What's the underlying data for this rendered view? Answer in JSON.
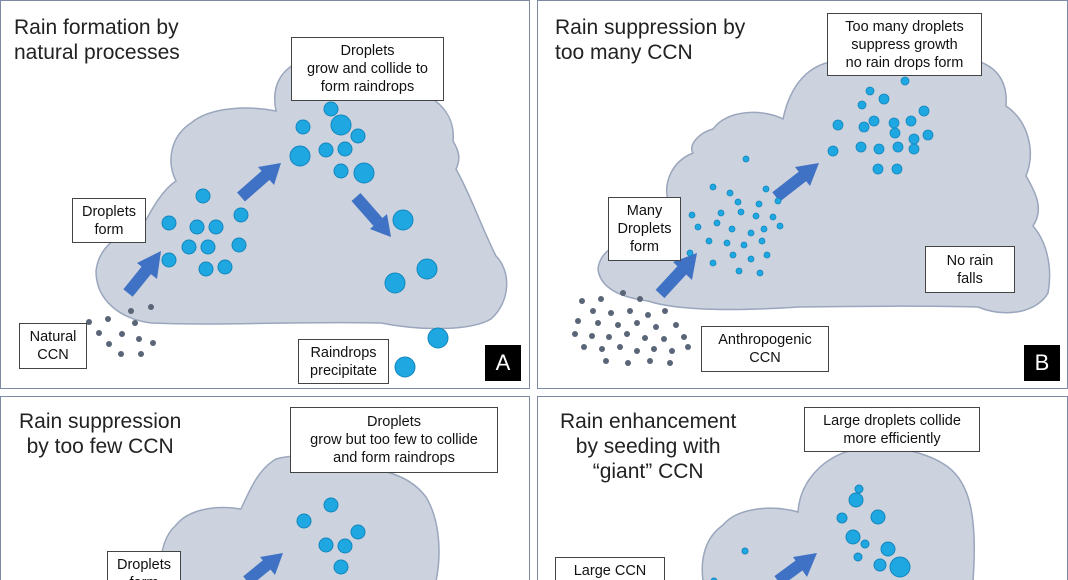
{
  "panels": {
    "a": {
      "title": "Rain formation by\nnatural processes",
      "droplets_grow": "Droplets\ngrow and collide to\nform raindrops",
      "droplets_form": "Droplets\nform",
      "natural_ccn": "Natural\nCCN",
      "raindrops_precipitate": "Raindrops\nprecipitate",
      "label": "A"
    },
    "b": {
      "title": "Rain suppression by\ntoo many CCN",
      "too_many": "Too many droplets\nsuppress growth\nno rain drops form",
      "many_droplets_form": "Many\nDroplets\nform",
      "no_rain": "No rain\nfalls",
      "anthropogenic_ccn": "Anthropogenic\nCCN",
      "label": "B"
    },
    "c": {
      "title": "Rain suppression\nby too few CCN",
      "grow_too_few": "Droplets\ngrow but too few to collide\nand form raindrops",
      "droplets_form": "Droplets\nform"
    },
    "d": {
      "title": "Rain enhancement\nby seeding with\n“giant” CCN",
      "large_collide": "Large droplets collide\nmore efficiently",
      "large_ccn": "Large CCN"
    }
  },
  "colors": {
    "cloud": "#cdd3de",
    "cloud_edge": "#9aa6bd",
    "droplet": "#1ea7e1",
    "droplet_edge": "#1486bd",
    "ccn": "#5a6578",
    "arrow": "#3f72c4"
  }
}
